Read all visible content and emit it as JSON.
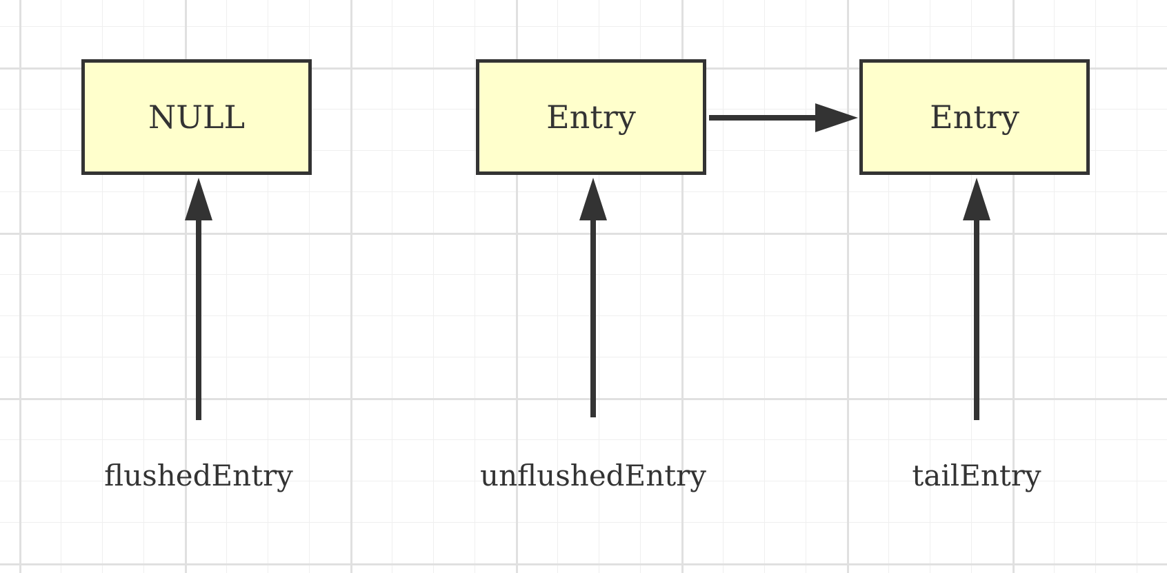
{
  "nodes": [
    {
      "id": "null-node",
      "label": "NULL"
    },
    {
      "id": "entry-1",
      "label": "Entry"
    },
    {
      "id": "entry-2",
      "label": "Entry"
    }
  ],
  "pointers": [
    {
      "label": "flushedEntry",
      "target": "null-node"
    },
    {
      "label": "unflushedEntry",
      "target": "entry-1"
    },
    {
      "label": "tailEntry",
      "target": "entry-2"
    }
  ],
  "links": [
    {
      "from": "entry-1",
      "to": "entry-2"
    }
  ],
  "colors": {
    "node_fill": "#ffffcc",
    "stroke": "#333333",
    "grid": "#e0e0e0"
  }
}
